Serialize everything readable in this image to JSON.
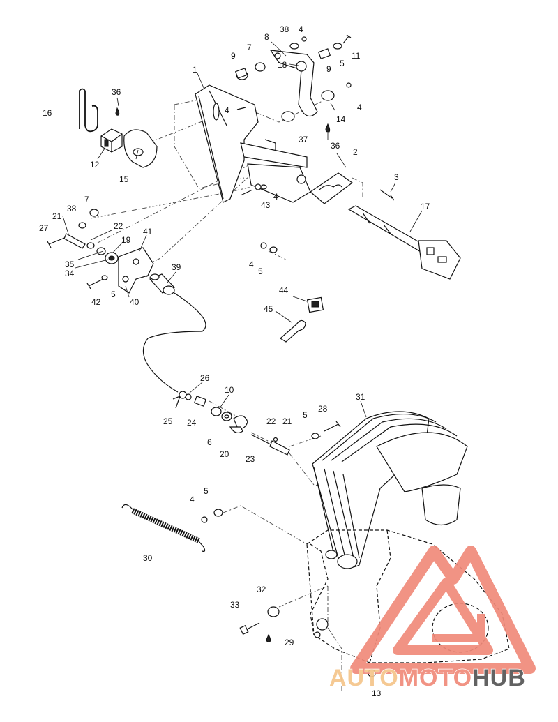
{
  "labels": [
    {
      "id": "1",
      "text": "1"
    },
    {
      "id": "2",
      "text": "2"
    },
    {
      "id": "3",
      "text": "3"
    },
    {
      "id": "4a",
      "text": "4"
    },
    {
      "id": "4b",
      "text": "4"
    },
    {
      "id": "4c",
      "text": "4"
    },
    {
      "id": "4d",
      "text": "4"
    },
    {
      "id": "4e",
      "text": "4"
    },
    {
      "id": "4f",
      "text": "4"
    },
    {
      "id": "5a",
      "text": "5"
    },
    {
      "id": "5b",
      "text": "5"
    },
    {
      "id": "5c",
      "text": "5"
    },
    {
      "id": "5d",
      "text": "5"
    },
    {
      "id": "5e",
      "text": "5"
    },
    {
      "id": "6",
      "text": "6"
    },
    {
      "id": "7a",
      "text": "7"
    },
    {
      "id": "7b",
      "text": "7"
    },
    {
      "id": "8",
      "text": "8"
    },
    {
      "id": "9a",
      "text": "9"
    },
    {
      "id": "9b",
      "text": "9"
    },
    {
      "id": "10",
      "text": "10"
    },
    {
      "id": "11",
      "text": "11"
    },
    {
      "id": "12",
      "text": "12"
    },
    {
      "id": "13",
      "text": "13"
    },
    {
      "id": "14",
      "text": "14"
    },
    {
      "id": "15",
      "text": "15"
    },
    {
      "id": "16",
      "text": "16"
    },
    {
      "id": "17",
      "text": "17"
    },
    {
      "id": "18",
      "text": "18"
    },
    {
      "id": "19",
      "text": "19"
    },
    {
      "id": "20",
      "text": "20"
    },
    {
      "id": "21a",
      "text": "21"
    },
    {
      "id": "21b",
      "text": "21"
    },
    {
      "id": "22a",
      "text": "22"
    },
    {
      "id": "22b",
      "text": "22"
    },
    {
      "id": "23",
      "text": "23"
    },
    {
      "id": "24",
      "text": "24"
    },
    {
      "id": "25",
      "text": "25"
    },
    {
      "id": "26",
      "text": "26"
    },
    {
      "id": "27",
      "text": "27"
    },
    {
      "id": "28",
      "text": "28"
    },
    {
      "id": "29",
      "text": "29"
    },
    {
      "id": "30",
      "text": "30"
    },
    {
      "id": "31",
      "text": "31"
    },
    {
      "id": "32",
      "text": "32"
    },
    {
      "id": "33",
      "text": "33"
    },
    {
      "id": "34",
      "text": "34"
    },
    {
      "id": "35",
      "text": "35"
    },
    {
      "id": "36a",
      "text": "36"
    },
    {
      "id": "36b",
      "text": "36"
    },
    {
      "id": "37",
      "text": "37"
    },
    {
      "id": "38a",
      "text": "38"
    },
    {
      "id": "38b",
      "text": "38"
    },
    {
      "id": "39",
      "text": "39"
    },
    {
      "id": "40",
      "text": "40"
    },
    {
      "id": "41",
      "text": "41"
    },
    {
      "id": "42",
      "text": "42"
    },
    {
      "id": "43",
      "text": "43"
    },
    {
      "id": "44",
      "text": "44"
    },
    {
      "id": "45",
      "text": "45"
    }
  ],
  "watermark": {
    "part1": "AUTO",
    "part2": "MOTO",
    "part3": "HUB",
    "color_light": "#f5c58a",
    "color_mid": "#f08a7a",
    "color_dark": "#555555"
  }
}
